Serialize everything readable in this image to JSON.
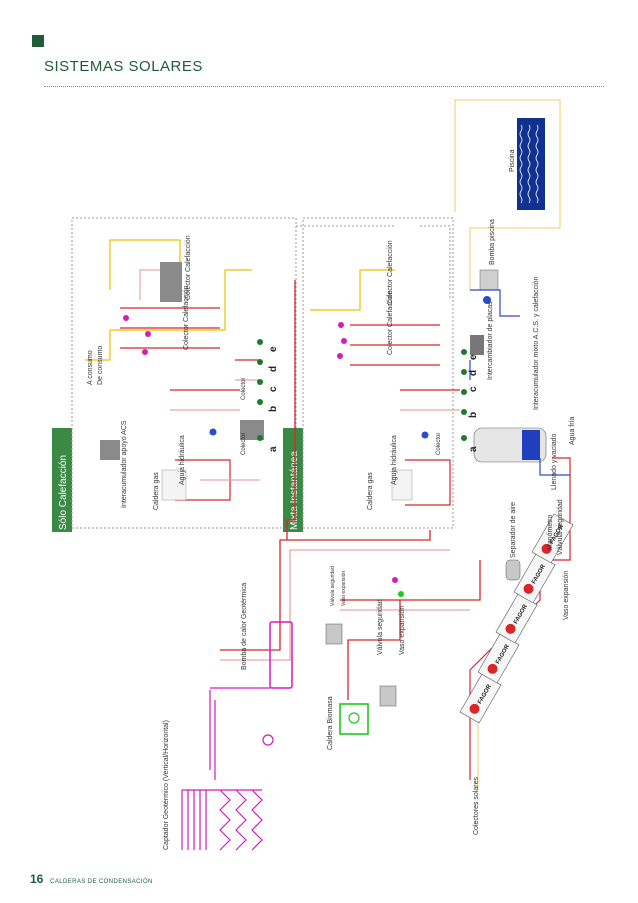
{
  "header": {
    "title": "SISTEMAS SOLARES"
  },
  "footer": {
    "page_number": "16",
    "section": "CALDERAS DE CONDENSACIÓN"
  },
  "panels": {
    "heating": {
      "title": "Sólo Calefacción"
    },
    "mixed": {
      "title": "Mixta Instantánea"
    }
  },
  "labels": {
    "a_consumo": "A consumo",
    "de_consumo": "De consumo",
    "interacumulador_apoyo": "Interacumulador apoyo ACS",
    "caldera_gas_1": "Caldera gas",
    "agua_hidraulica_1": "Aguja hidráulica",
    "colector_1": "Colector",
    "colector_2": "Colector",
    "colector_calefaccion_1": "Colector Calefacción",
    "colector_calefaccion_2": "Colector Calefacción",
    "caldera_gas_2": "Caldera gas",
    "agua_hidraulica_2": "Aguja hidráulica",
    "colector_3": "Colector",
    "colector_calefaccion_3": "Colector Calefacción",
    "colector_calefaccion_4": "Colector Calefacción",
    "piscina": "Piscina",
    "bomba_piscina": "Bomba piscina",
    "intercambiador_placas": "Intercambiador de placas",
    "interacumulador_mixto": "Interacumulador mixto A.C.S. y calefacción",
    "agua_fria": "Agua fría",
    "llenado_vaciado": "Llenado y vaciado",
    "manometro": "Manómetro",
    "valvula_seguridad_1": "Válvula seguridad",
    "separador_aire": "Separador de aire",
    "vaso_expansion_1": "Vaso expansión",
    "bomba_calor": "Bomba de calor Geotérmica",
    "valvula_seguridad_2": "Válvula seguridad",
    "vaso_expansion_2": "Vaso expansión",
    "valvula_seguridad_3": "Válvula seguridad",
    "vaso_expansion_3": "Vaso expansión",
    "caldera_biomasa": "Caldera Biomasa",
    "captador_geotermico": "Captador Geotérmico (Vertical/Horizontal)",
    "colectores_solares": "Colectores solares"
  },
  "connection_letters": {
    "top": [
      "a",
      "b",
      "c",
      "d",
      "e"
    ],
    "bottom": [
      "a",
      "b",
      "c",
      "d",
      "e"
    ]
  },
  "colors": {
    "brand_green": "#1e5c3a",
    "hot_pipe": "#d9262b",
    "return_pipe": "#e7a6a6",
    "cold_pipe": "#2a4ad0",
    "dhw_pipe": "#e8c200",
    "solar_pipe": "#f0d780",
    "geo_pipe": "#d31bbf",
    "biomass_green": "#1ec81e"
  },
  "solar_panel_brand": "FAGOR"
}
